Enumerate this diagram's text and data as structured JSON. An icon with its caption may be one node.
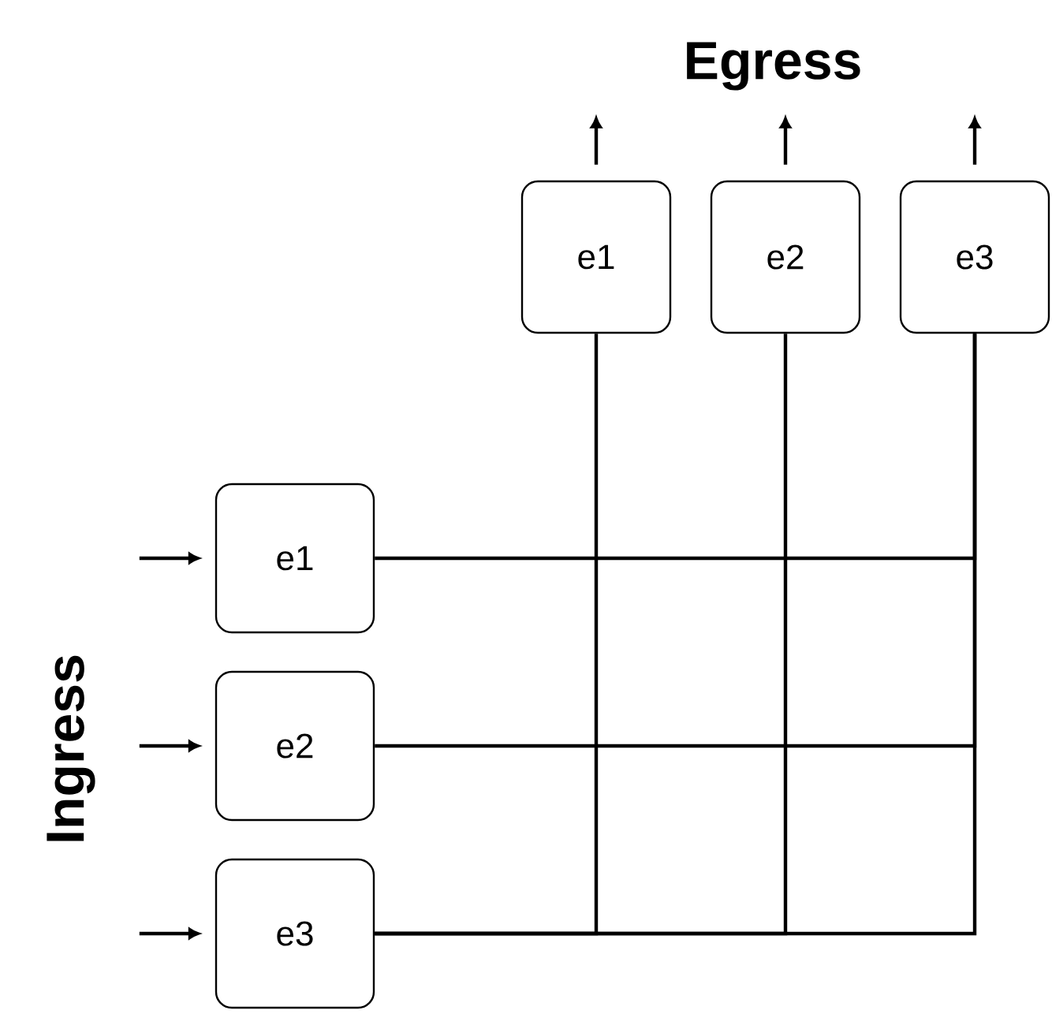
{
  "diagram": {
    "nodes": [
      {
        "text": [
          "e1"
        ]
      },
      {
        "text": [
          "e2"
        ]
      },
      {
        "text": [
          "e3"
        ]
      },
      {
        "text": [
          "e1"
        ]
      },
      {
        "text": [
          "e2"
        ]
      },
      {
        "text": [
          "e3"
        ]
      }
    ],
    "edges": [
      {
        "from": 3,
        "to": 2,
        "arrow": "none"
      },
      {
        "from": 4,
        "to": 2,
        "arrow": "none"
      },
      {
        "from": 5,
        "to": 2,
        "arrow": "none"
      },
      {
        "from": 0,
        "to": 5,
        "arrow": "none"
      },
      {
        "from": 1,
        "to": 5,
        "arrow": "none"
      },
      {
        "from": null,
        "to": 3,
        "arrow": "to"
      },
      {
        "from": null,
        "to": 4,
        "arrow": "to"
      },
      {
        "from": null,
        "to": 5,
        "arrow": "to"
      },
      {
        "from": 0,
        "to": null,
        "arrow": "to"
      },
      {
        "from": 1,
        "to": null,
        "arrow": "to"
      },
      {
        "from": 2,
        "to": null,
        "arrow": "to"
      }
    ],
    "labels": [
      "Egress",
      "Ingress"
    ]
  }
}
